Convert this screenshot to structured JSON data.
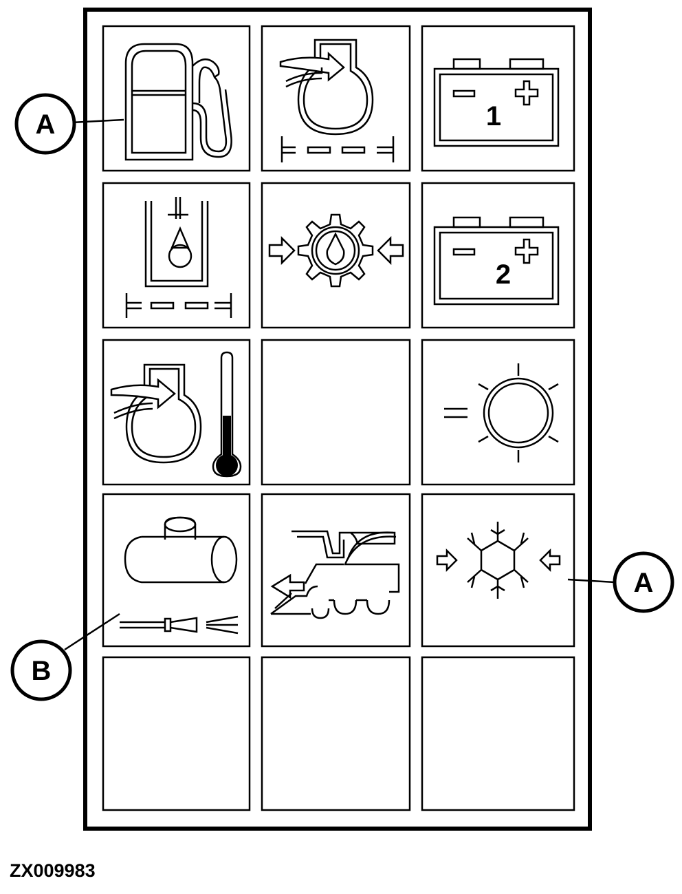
{
  "figure_id": "ZX009983",
  "callouts": {
    "a_top": "A",
    "a_right": "A",
    "b": "B"
  },
  "panel": {
    "rows": [
      [
        "fuel-pump-icon",
        "engine-air-intake-icon",
        "battery-1-icon"
      ],
      [
        "hydraulic-oil-filter-icon",
        "gear-oil-pressure-icon",
        "battery-2-icon"
      ],
      [
        "air-intake-temperature-icon",
        "blank",
        "light-indicator-icon"
      ],
      [
        "tank-spray-icon",
        "machine-travel-icon",
        "coolant-icon"
      ],
      [
        "blank",
        "blank",
        "blank"
      ]
    ],
    "battery_labels": {
      "one": "1",
      "two": "2"
    }
  }
}
